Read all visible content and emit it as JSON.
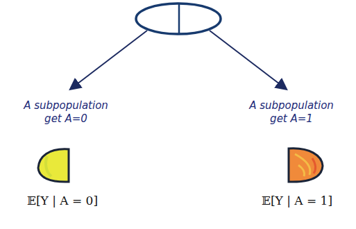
{
  "diagram": {
    "labels": [
      "A subpopulation get A=0",
      "A subpopulation get A=1",
      "𝔼[Y | A = 0]",
      "𝔼[Y | A = 1]"
    ]
  }
}
